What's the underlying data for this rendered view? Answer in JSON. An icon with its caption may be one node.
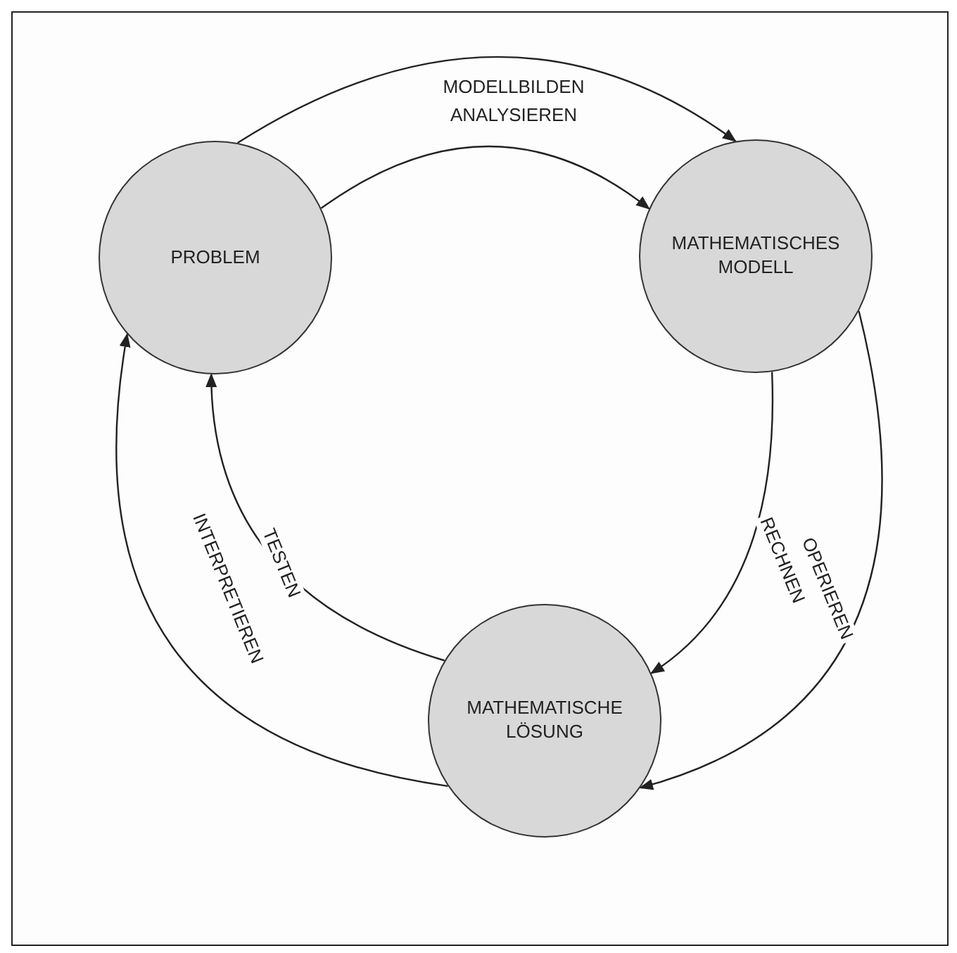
{
  "diagram": {
    "nodes": [
      {
        "text": [
          "PROBLEM"
        ]
      },
      {
        "text": [
          "MATHEMATISCHES MODELL"
        ]
      },
      {
        "text": [
          "MATHEMATISCHE LÖSUNG"
        ]
      }
    ],
    "edges": [
      {
        "from": 0,
        "to": 1,
        "arrow": "to",
        "label": "MODELLBILDEN"
      },
      {
        "from": 0,
        "to": 1,
        "arrow": "to",
        "label": "ANALYSIEREN"
      },
      {
        "from": 1,
        "to": 2,
        "arrow": "to",
        "label": "OPERIEREN"
      },
      {
        "from": 1,
        "to": 2,
        "arrow": "to",
        "label": "RECHNEN"
      },
      {
        "from": 2,
        "to": 0,
        "arrow": "to",
        "label": "INTERPRETIEREN"
      },
      {
        "from": 2,
        "to": 0,
        "arrow": "to",
        "label": "TESTEN"
      }
    ]
  }
}
